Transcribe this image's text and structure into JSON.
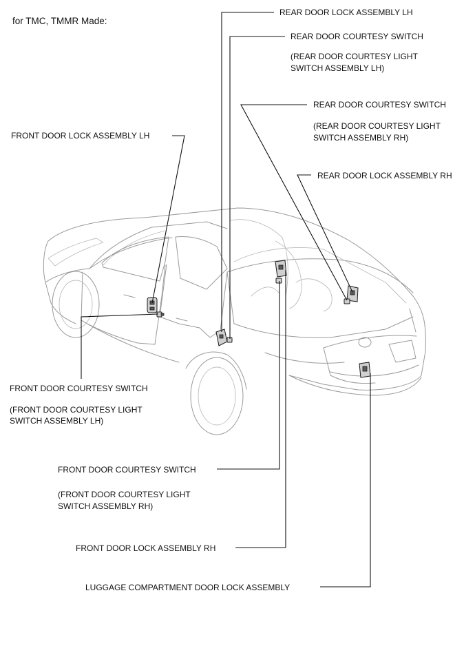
{
  "heading": "for TMC, TMMR Made:",
  "labels": {
    "rear_door_lock_lh": "REAR DOOR LOCK ASSEMBLY LH",
    "rear_courtesy_lh_line1": "REAR DOOR COURTESY SWITCH",
    "rear_courtesy_lh_line2": "(REAR DOOR COURTESY LIGHT",
    "rear_courtesy_lh_line3": "SWITCH ASSEMBLY LH)",
    "rear_courtesy_rh_line1": "REAR DOOR COURTESY SWITCH",
    "rear_courtesy_rh_line2": "(REAR DOOR COURTESY LIGHT",
    "rear_courtesy_rh_line3": "SWITCH ASSEMBLY RH)",
    "front_door_lock_lh": "FRONT DOOR LOCK ASSEMBLY LH",
    "rear_door_lock_rh": "REAR DOOR LOCK ASSEMBLY RH",
    "front_courtesy_lh_line1": "FRONT DOOR COURTESY SWITCH",
    "front_courtesy_lh_line2": "(FRONT DOOR COURTESY LIGHT",
    "front_courtesy_lh_line3": "SWITCH ASSEMBLY LH)",
    "front_courtesy_rh_line1": "FRONT DOOR COURTESY SWITCH",
    "front_courtesy_rh_line2": "(FRONT DOOR COURTESY LIGHT",
    "front_courtesy_rh_line3": "SWITCH ASSEMBLY RH)",
    "front_door_lock_rh": "FRONT DOOR LOCK ASSEMBLY RH",
    "luggage_door_lock": "LUGGAGE COMPARTMENT DOOR LOCK ASSEMBLY"
  },
  "colors": {
    "ink": "#111111",
    "car_outline": "#9a9a9a",
    "part_fill": "#d0d0d0"
  }
}
